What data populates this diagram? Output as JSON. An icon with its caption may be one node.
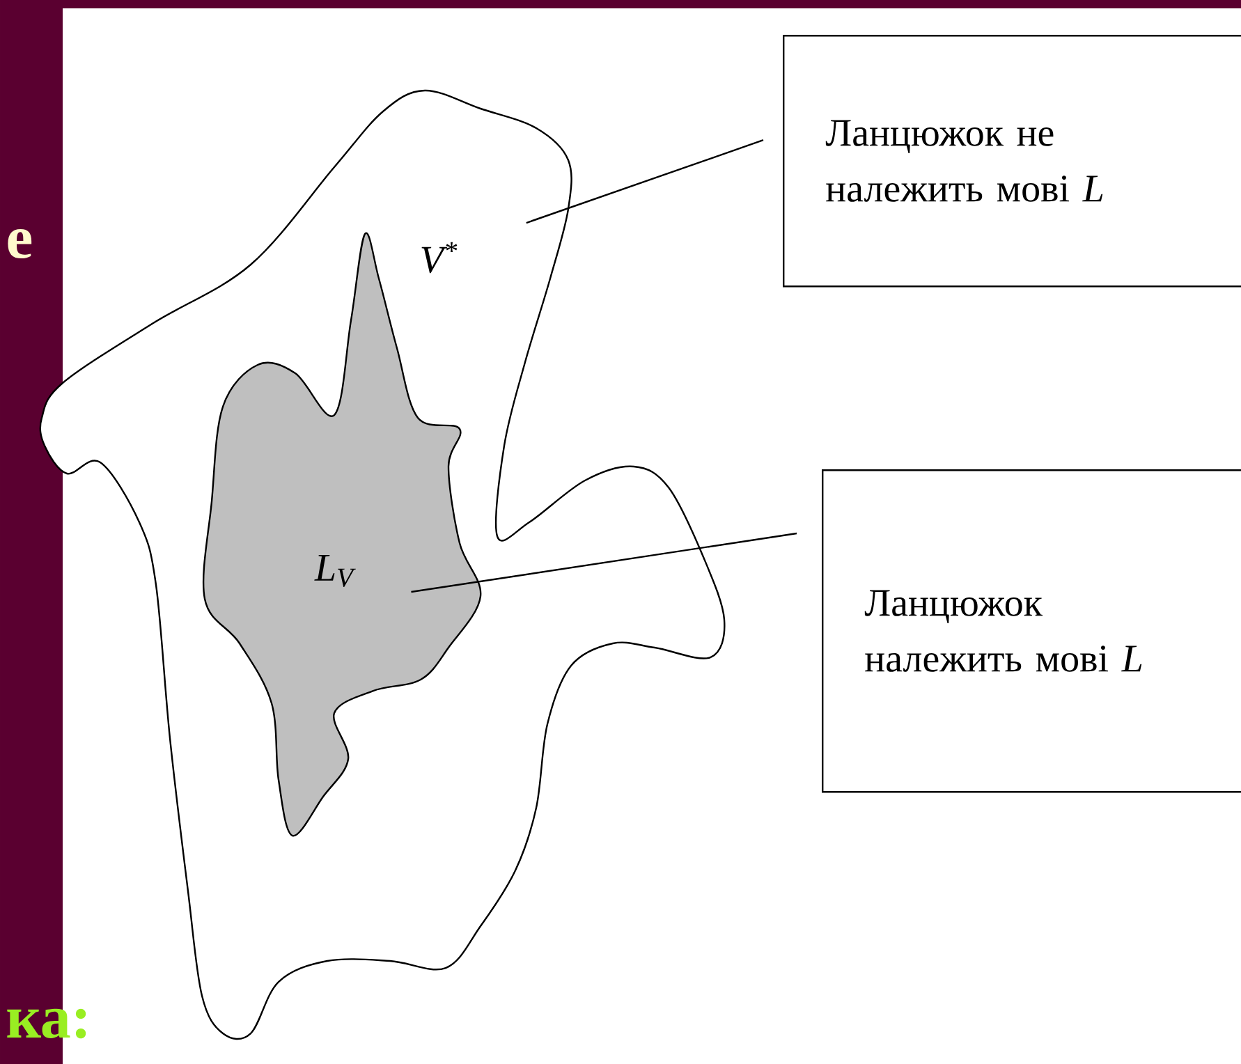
{
  "diagram": {
    "nodes": [
      {
        "text": [
          "V$^{*}$"
        ]
      },
      {
        "text": [
          "L$_{V}$"
        ],
        "in": 0
      },
      {
        "text": [
          "Ланцюжок не належить мові *L*"
        ]
      },
      {
        "text": [
          "Ланцюжок належить мові *L*"
        ]
      }
    ],
    "edges": [
      {
        "from": 2,
        "to": 0,
        "arrow": "none"
      },
      {
        "from": 3,
        "to": 1,
        "arrow": "none"
      }
    ],
    "labels": [
      "е",
      "ка:"
    ]
  }
}
